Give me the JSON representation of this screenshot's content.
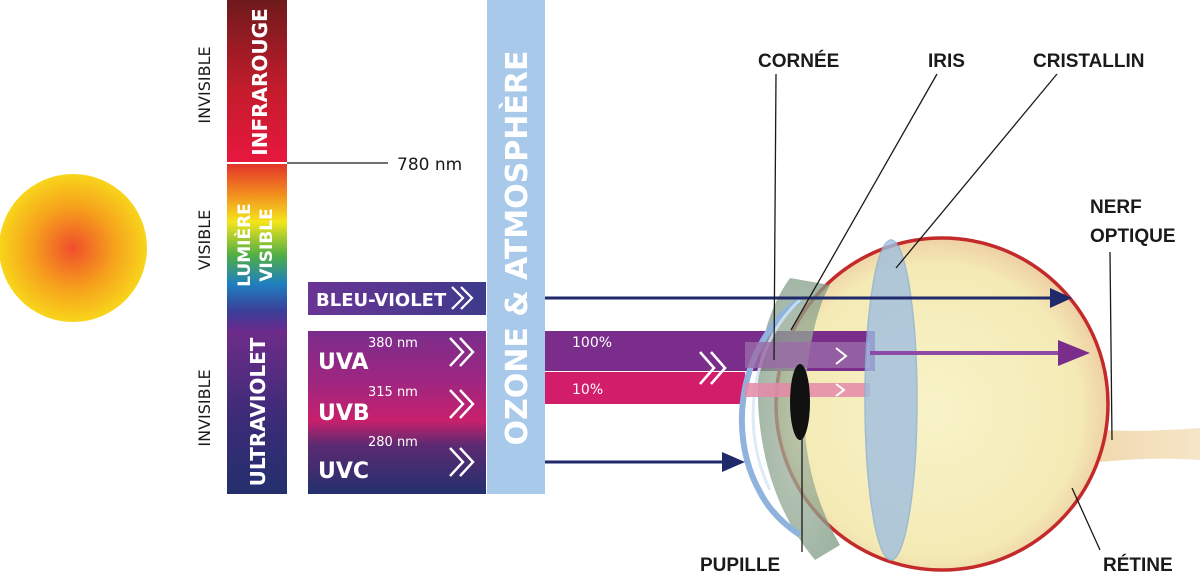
{
  "spectrum": {
    "side_invisible_top": "INVISIBLE",
    "side_visible": "VISIBLE",
    "side_invisible_bottom": "INVISIBLE",
    "infrared": "INFRAROUGE",
    "visible_line1": "LUMIÈRE",
    "visible_line2": "VISIBLE",
    "ultraviolet": "ULTRAVIOLET",
    "wavelength_780": "780 nm"
  },
  "rays": {
    "blue_violet": "BLEU-VIOLET",
    "uva": "UVA",
    "uva_nm": "380 nm",
    "uvb": "UVB",
    "uvb_nm": "315 nm",
    "uvc": "UVC",
    "uvc_nm": "280 nm",
    "percent_uva": "100%",
    "percent_uvb": "10%"
  },
  "filter": {
    "label": "OZONE & ATMOSPHÈRE"
  },
  "eye": {
    "cornea": "CORNÉE",
    "iris": "IRIS",
    "lens": "CRISTALLIN",
    "optic_nerve_line1": "NERF",
    "optic_nerve_line2": "OPTIQUE",
    "pupil": "PUPILLE",
    "retina": "RÉTINE"
  },
  "colors": {
    "blue_violet": "#5a3590",
    "uva": "#7b2d8c",
    "uvb": "#d11d6a",
    "uvc": "#24306e",
    "ozone": "#a9c9ea",
    "eyeball": "#f6efbf",
    "arrow": "#1f2a6b"
  },
  "icons": {
    "sun": "sun-icon",
    "chevrons": "double-chevron-icon"
  }
}
